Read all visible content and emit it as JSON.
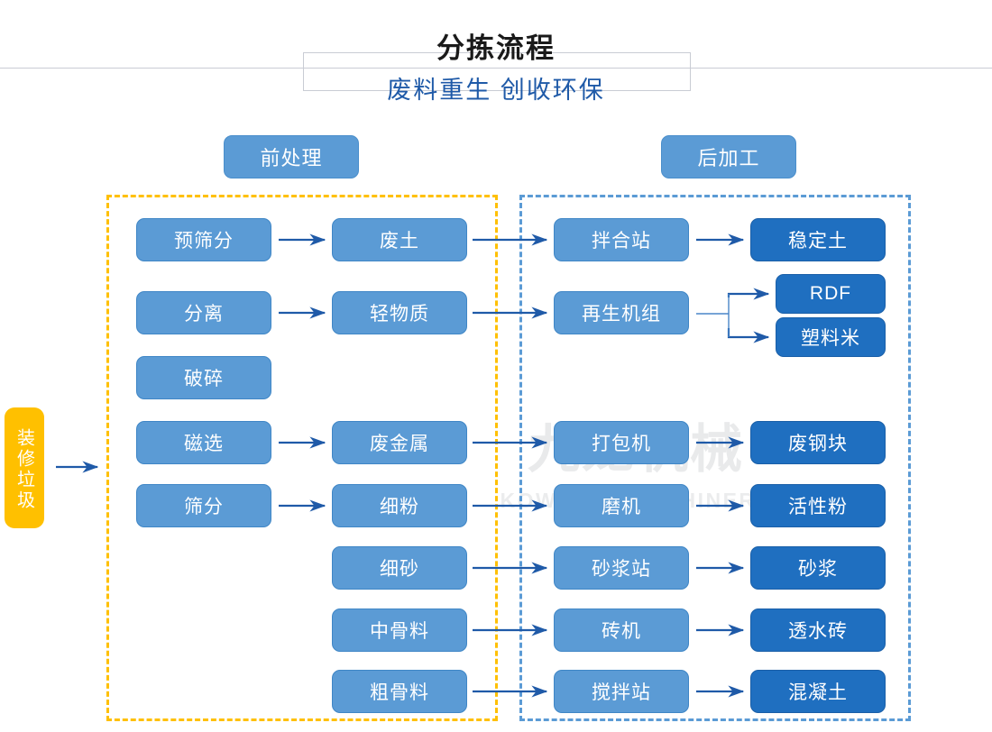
{
  "header": {
    "title": "分拣流程",
    "subtitle": "废料重生 创收环保"
  },
  "watermark": {
    "cn": "九龙机械",
    "en": "KOWLOONMACHINERY"
  },
  "sections": [
    {
      "id": "pre",
      "label": "前处理",
      "border_color": "#ffc000"
    },
    {
      "id": "post",
      "label": "后加工",
      "border_color": "#5b9bd5"
    }
  ],
  "colors": {
    "light_blue": "#5b9bd5",
    "dark_blue": "#1f6fc0",
    "yellow": "#ffc000",
    "arrow": "#1f5aa8",
    "title": "#1a1a1a",
    "subtitle": "#1f5aa8"
  },
  "input": {
    "label": "装修垃圾"
  },
  "nodes": {
    "process_left": [
      {
        "label": "预筛分"
      },
      {
        "label": "分离"
      },
      {
        "label": "破碎"
      },
      {
        "label": "磁选"
      },
      {
        "label": "筛分"
      }
    ],
    "materials": [
      {
        "label": "废土"
      },
      {
        "label": "轻物质"
      },
      {
        "label": "废金属"
      },
      {
        "label": "细粉"
      },
      {
        "label": "细砂"
      },
      {
        "label": "中骨料"
      },
      {
        "label": "粗骨料"
      }
    ],
    "equipment": [
      {
        "label": "拌合站"
      },
      {
        "label": "再生机组"
      },
      {
        "label": "打包机"
      },
      {
        "label": "磨机"
      },
      {
        "label": "砂浆站"
      },
      {
        "label": "砖机"
      },
      {
        "label": "搅拌站"
      }
    ],
    "products": [
      {
        "label": "稳定土"
      },
      {
        "label": "RDF"
      },
      {
        "label": "塑料米"
      },
      {
        "label": "废钢块"
      },
      {
        "label": "活性粉"
      },
      {
        "label": "砂浆"
      },
      {
        "label": "透水砖"
      },
      {
        "label": "混凝土"
      }
    ]
  },
  "chart_data": {
    "type": "diagram",
    "title": "分拣流程",
    "flows": [
      {
        "from": "装修垃圾",
        "to": "预筛分"
      },
      {
        "from": "预筛分",
        "to": "废土"
      },
      {
        "from": "分离",
        "to": "轻物质"
      },
      {
        "from": "磁选",
        "to": "废金属"
      },
      {
        "from": "筛分",
        "to": "细粉"
      },
      {
        "from": "废土",
        "to": "拌合站"
      },
      {
        "from": "轻物质",
        "to": "再生机组"
      },
      {
        "from": "废金属",
        "to": "打包机"
      },
      {
        "from": "细粉",
        "to": "磨机"
      },
      {
        "from": "细砂",
        "to": "砂浆站"
      },
      {
        "from": "中骨料",
        "to": "砖机"
      },
      {
        "from": "粗骨料",
        "to": "搅拌站"
      },
      {
        "from": "拌合站",
        "to": "稳定土"
      },
      {
        "from": "再生机组",
        "to": "RDF"
      },
      {
        "from": "再生机组",
        "to": "塑料米"
      },
      {
        "from": "打包机",
        "to": "废钢块"
      },
      {
        "from": "磨机",
        "to": "活性粉"
      },
      {
        "from": "砂浆站",
        "to": "砂浆"
      },
      {
        "from": "砖机",
        "to": "透水砖"
      },
      {
        "from": "搅拌站",
        "to": "混凝土"
      }
    ]
  }
}
